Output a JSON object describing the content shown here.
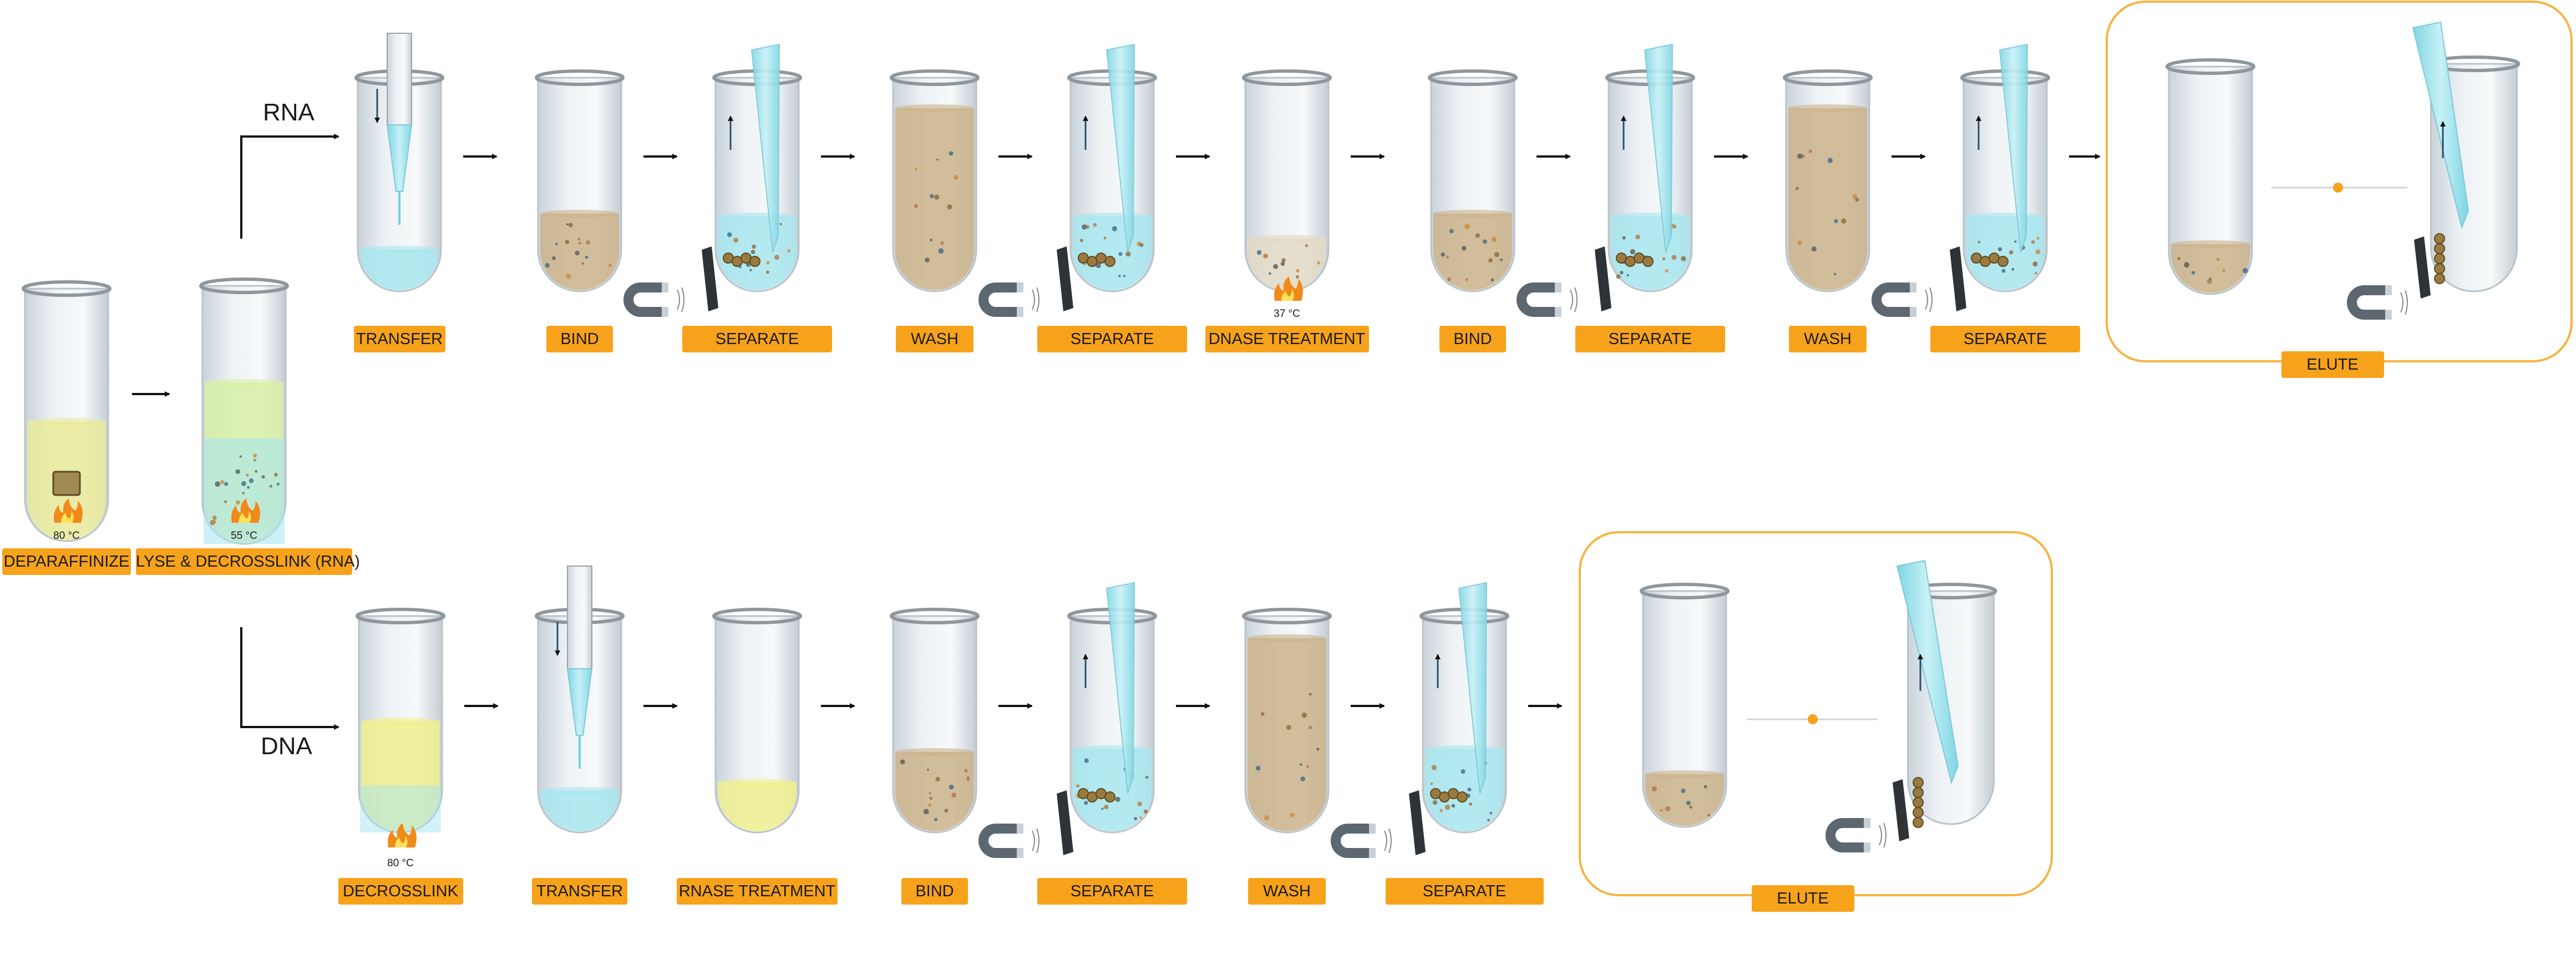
{
  "branches": {
    "rna": "RNA",
    "dna": "DNA"
  },
  "colors": {
    "label_bg": "#f7a21b",
    "elute_frame": "#f7b343",
    "liquid_blue": "#a8e6ef",
    "liquid_tan": "#cbb38a",
    "liquid_yellow": "#eef08e",
    "magnet": "#5d6770"
  },
  "pre_steps": [
    {
      "label": "DEPARAFFINIZE",
      "temp": "80 °C"
    },
    {
      "label": "LYSE & DECROSSLINK (RNA)",
      "temp": "55 °C"
    }
  ],
  "rna_steps": [
    {
      "label": "TRANSFER"
    },
    {
      "label": "BIND"
    },
    {
      "label": "SEPARATE"
    },
    {
      "label": "WASH"
    },
    {
      "label": "SEPARATE"
    },
    {
      "label": "DNASE TREATMENT",
      "temp": "37 °C"
    },
    {
      "label": "BIND"
    },
    {
      "label": "SEPARATE"
    },
    {
      "label": "WASH"
    },
    {
      "label": "SEPARATE"
    },
    {
      "label": "ELUTE"
    }
  ],
  "dna_steps": [
    {
      "label": "DECROSSLINK",
      "temp": "80 °C"
    },
    {
      "label": "TRANSFER"
    },
    {
      "label": "RNASE TREATMENT"
    },
    {
      "label": "BIND"
    },
    {
      "label": "SEPARATE"
    },
    {
      "label": "WASH"
    },
    {
      "label": "SEPARATE"
    },
    {
      "label": "ELUTE"
    }
  ]
}
